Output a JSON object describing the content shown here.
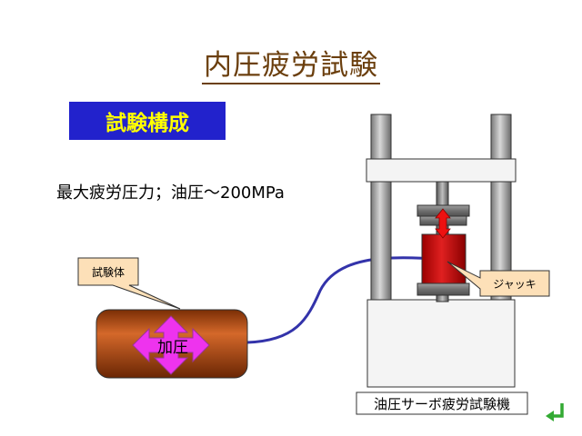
{
  "slide": {
    "title": "内圧疲労試験",
    "section_heading": "試験構成",
    "spec_text": "最大疲労圧力；油圧～200MPa"
  },
  "diagram": {
    "specimen_callout": "試験体",
    "pressure_label": "加圧",
    "jack_callout": "ジャッキ",
    "machine_caption": "油圧サーボ疲労試験機"
  },
  "colors": {
    "title": "#6b3f0e",
    "section_box": "#2222cc",
    "section_text": "#ffff00",
    "specimen_body": "#b84e12",
    "pressure_arrows": "#ee33ee",
    "jack": "#cc1111",
    "hose": "#3333aa",
    "callout_fill": "#fde0b8",
    "return_icon": "#33aa33"
  },
  "icons": {
    "nav": "return-arrow-icon"
  }
}
